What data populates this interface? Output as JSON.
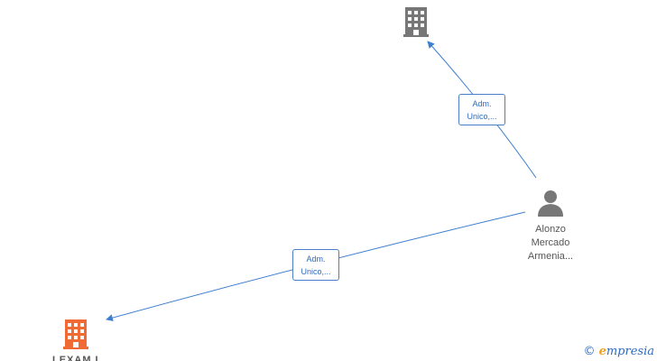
{
  "nodes": {
    "company_top": {
      "icon": "building-icon",
      "color": "#777777"
    },
    "person": {
      "icon": "person-icon",
      "color": "#777777",
      "name_lines": [
        "Alonzo",
        "Mercado",
        "Armenia..."
      ]
    },
    "company_bottom": {
      "icon": "building-icon",
      "color": "#f06a35",
      "label": "LEXAM I"
    }
  },
  "edges": [
    {
      "from": "person",
      "to": "company_top",
      "label_lines": [
        "Adm.",
        "Unico,..."
      ]
    },
    {
      "from": "person",
      "to": "company_bottom",
      "label_lines": [
        "Adm.",
        "Unico,..."
      ]
    }
  ],
  "colors": {
    "edge": "#3f7fd0"
  },
  "watermark": {
    "symbol": "©",
    "brand_initial": "e",
    "brand_rest": "mpresia"
  }
}
